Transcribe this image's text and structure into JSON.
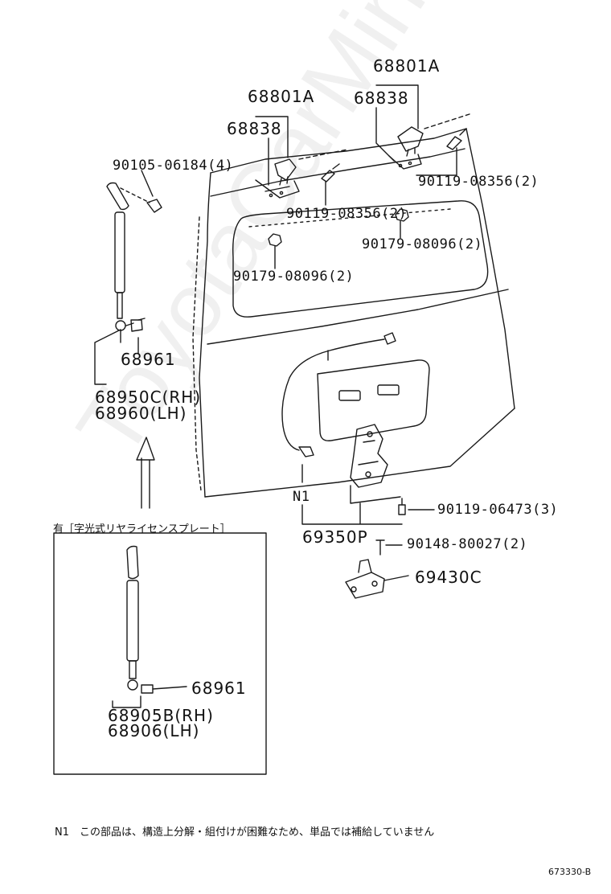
{
  "colors": {
    "line": "#1a1a1a",
    "background": "#ffffff",
    "watermark": "rgba(0,0,0,0.06)"
  },
  "watermark": "ToyotaCarMine.ru",
  "labels": {
    "hinge_asm_left": "68801A",
    "hinge_left": "68838",
    "hinge_asm_right": "68801A",
    "hinge_right": "68838",
    "bolt_strut": "90105-06184(4)",
    "bolt_hinge_right": "90119-08356(2)",
    "bolt_hinge_left": "90119-08356(2)",
    "nut_right": "90179-08096(2)",
    "nut_left": "90179-08096(2)",
    "ball_joint": "68961",
    "strut_rh": "68950C(RH)",
    "strut_lh": "68960(LH)",
    "note_ref": "N1",
    "lock_asm": "69350P",
    "bolt_lock": "90119-06473(3)",
    "screw_striker": "90148-80027(2)",
    "striker": "69430C",
    "inset_title": "有［字光式リヤライセンスプレート］",
    "inset_ball_joint": "68961",
    "inset_strut_rh": "68905B(RH)",
    "inset_strut_lh": "68906(LH)"
  },
  "footnote": "N1　この部品は、構造上分解・組付けが困難なため、単品では補給していません",
  "figure_code": "673330-B"
}
